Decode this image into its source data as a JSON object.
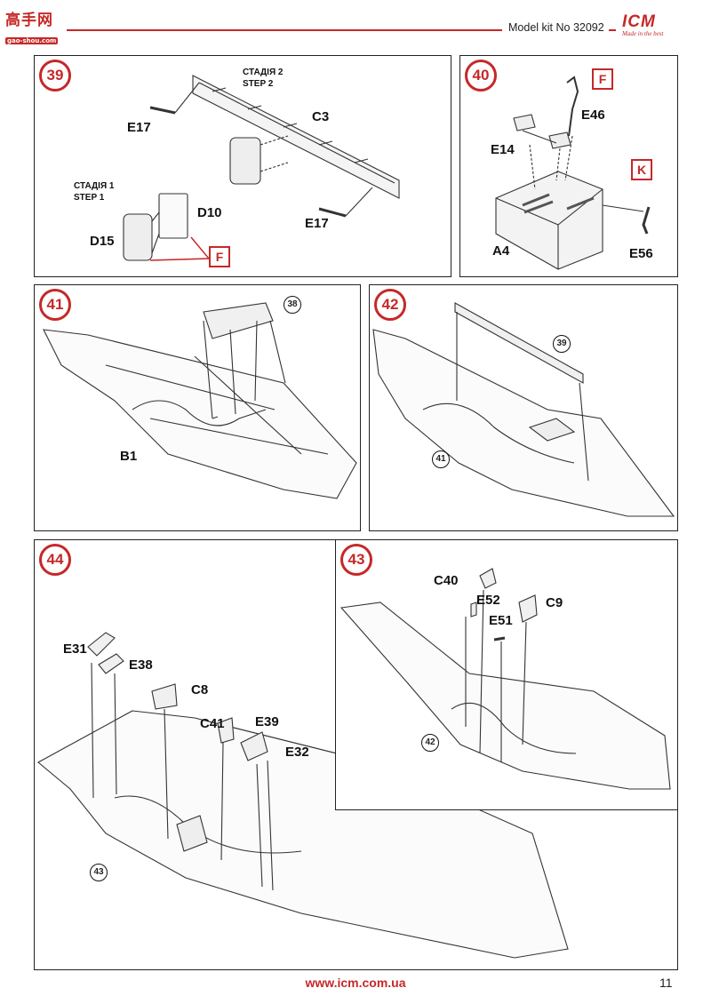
{
  "header": {
    "site_cn": "高手网",
    "site_url": "gao-shou.com",
    "model_kit": "Model kit No 32092",
    "brand": "ICM",
    "brand_tagline": "Made in the best"
  },
  "steps": {
    "s39": {
      "number": "39",
      "stage2_line1": "СТАДІЯ 2",
      "stage2_line2": "STEP 2",
      "stage1_line1": "СТАДІЯ 1",
      "stage1_line2": "STEP 1",
      "parts": [
        "E17",
        "C3",
        "D10",
        "D15",
        "E17"
      ],
      "sprue": "F"
    },
    "s40": {
      "number": "40",
      "parts": [
        "E46",
        "E14",
        "A4",
        "E56"
      ],
      "sprue_top": "F",
      "sprue_side": "K"
    },
    "s41": {
      "number": "41",
      "parts": [
        "B1"
      ],
      "ref": "38"
    },
    "s42": {
      "number": "42",
      "ref_top": "39",
      "ref_left": "41"
    },
    "s43": {
      "number": "43",
      "parts": [
        "C40",
        "E52",
        "E51",
        "C9"
      ],
      "ref": "42"
    },
    "s44": {
      "number": "44",
      "parts": [
        "E31",
        "E38",
        "C8",
        "C41",
        "E39",
        "E32"
      ],
      "ref": "43"
    }
  },
  "footer": {
    "url": "www.icm.com.ua",
    "page": "11"
  }
}
